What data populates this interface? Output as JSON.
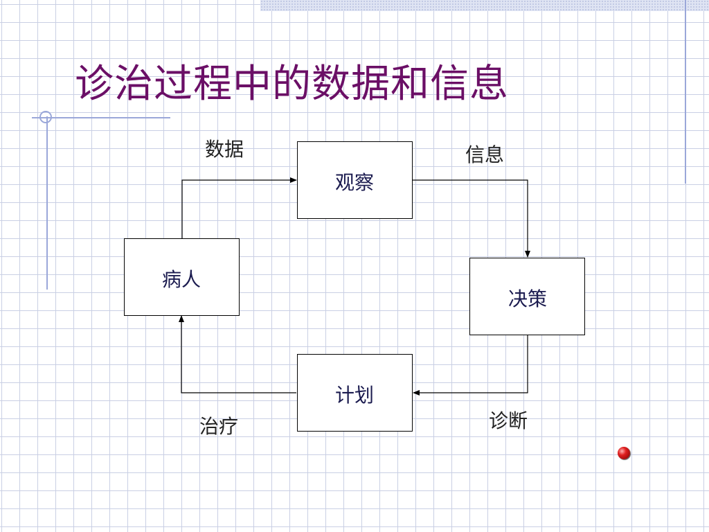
{
  "slide": {
    "title": "诊治过程中的数据和信息",
    "accent_color": "#6b0f66",
    "nav_icon": "red-ball-bullet"
  },
  "diagram": {
    "nodes": {
      "observe": "观察",
      "decide": "决策",
      "plan": "计划",
      "patient": "病人"
    },
    "edges": [
      {
        "id": "data",
        "from": "patient",
        "to": "observe",
        "label": "数据"
      },
      {
        "id": "information",
        "from": "observe",
        "to": "decide",
        "label": "信息"
      },
      {
        "id": "diagnosis",
        "from": "decide",
        "to": "plan",
        "label": "诊断"
      },
      {
        "id": "treatment",
        "from": "plan",
        "to": "patient",
        "label": "治疗"
      }
    ]
  }
}
